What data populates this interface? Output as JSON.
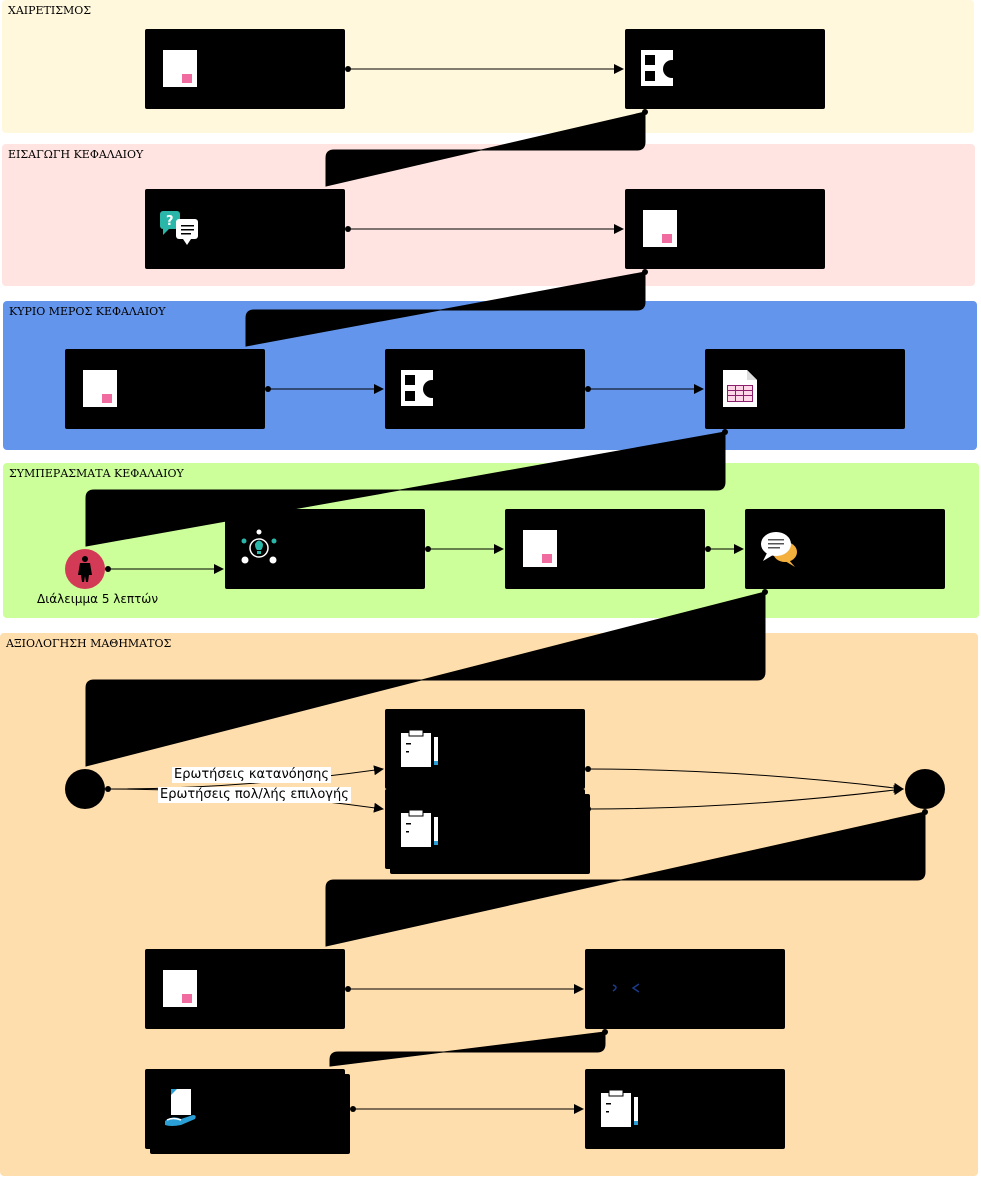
{
  "lanes": {
    "greeting": "ΧΑΙΡΕΤΙΣΜΟΣ",
    "intro": "ΕΙΣΑΓΩΓΗ ΚΕΦΑΛΑΙΟΥ",
    "main": "ΚΥΡΙΟ ΜΕΡΟΣ ΚΕΦΑΛΑΙΟΥ",
    "conclusions": "ΣΥΜΠΕΡΑΣΜΑΤΑ ΚΕΦΑΛΑΙΟΥ",
    "assessment": "ΑΞΙΟΛΟΓΗΣΗ ΜΑΘΗΜΑΤΟΣ"
  },
  "lane_colors": {
    "greeting": "#fff8dc",
    "intro": "#ffe4e1",
    "main": "#6495ed",
    "conclusions": "#ccff99",
    "assessment": "#ffdead"
  },
  "break": {
    "label": "Διάλειμμα 5 λεπτών",
    "icon": "person-standing-icon",
    "color": "#d23a56"
  },
  "branches": {
    "option_1": "Ερωτήσεις κατανόησης",
    "option_2": "Ερωτήσεις πολ/λής επιλογής"
  },
  "icons": {
    "page": "document-page-icon",
    "shapes": "shapes-icon",
    "qa": "question-chat-icon",
    "table": "table-sheet-icon",
    "idea": "lightbulb-network-icon",
    "chat": "chat-bubbles-icon",
    "quiz": "clipboard-pencil-icon",
    "code": "code-brackets-icon",
    "share": "hand-document-icon"
  }
}
